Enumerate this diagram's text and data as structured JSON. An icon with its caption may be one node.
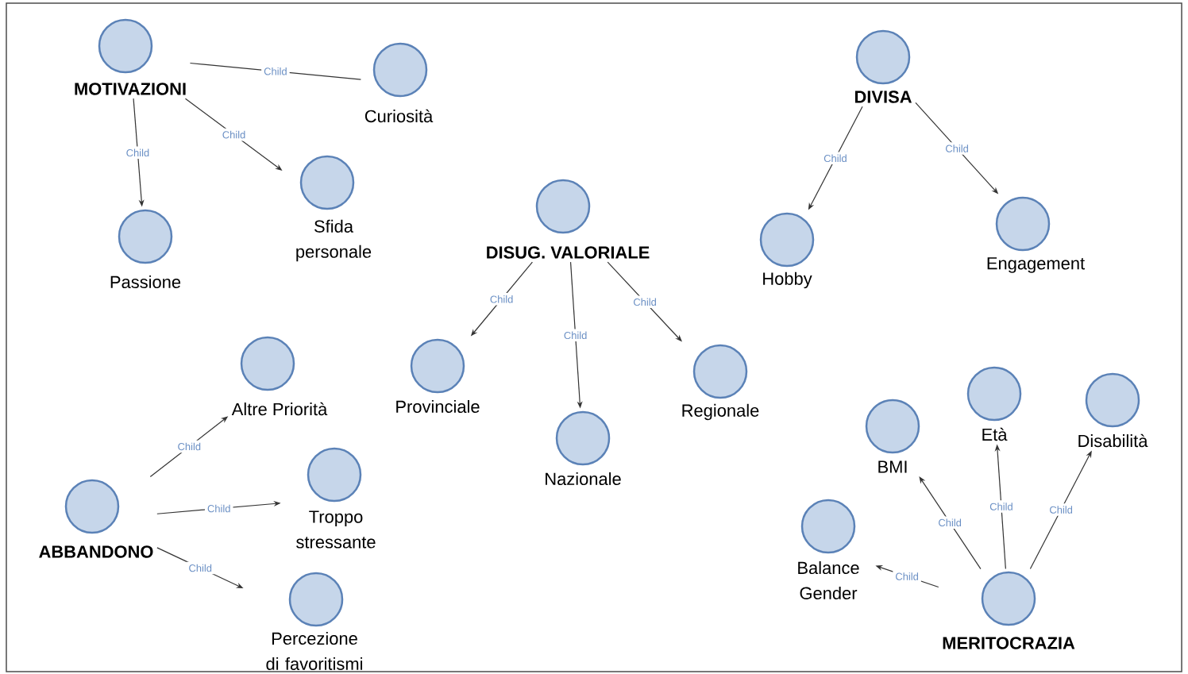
{
  "diagram": {
    "nodes": [
      {
        "text": [
          "MOTIVAZIONI"
        ]
      },
      {
        "text": [
          "Curiosità"
        ]
      },
      {
        "text": [
          "Passione"
        ]
      },
      {
        "text": [
          "Sfida personale"
        ]
      },
      {
        "text": [
          "DISUG. VALORIALE"
        ]
      },
      {
        "text": [
          "Provinciale"
        ]
      },
      {
        "text": [
          "Nazionale"
        ]
      },
      {
        "text": [
          "Regionale"
        ]
      },
      {
        "text": [
          "DIVISA"
        ]
      },
      {
        "text": [
          "Hobby"
        ]
      },
      {
        "text": [
          "Engagement"
        ]
      },
      {
        "text": [
          "Altre Priorità"
        ]
      },
      {
        "text": [
          "ABBANDONO"
        ]
      },
      {
        "text": [
          "Troppo stressante"
        ]
      },
      {
        "text": [
          "Percezione di favoritismi"
        ]
      },
      {
        "text": [
          "Balance Gender"
        ]
      },
      {
        "text": [
          "BMI"
        ]
      },
      {
        "text": [
          "Età"
        ]
      },
      {
        "text": [
          "Disabilità"
        ]
      },
      {
        "text": [
          "MERITOCRAZIA"
        ]
      }
    ],
    "edges": [
      {
        "from": 0,
        "to": 1,
        "arrow": "none",
        "label": "Child"
      },
      {
        "from": 0,
        "to": 2,
        "arrow": "to",
        "label": "Child"
      },
      {
        "from": 0,
        "to": 3,
        "arrow": "to",
        "label": "Child"
      },
      {
        "from": 4,
        "to": 5,
        "arrow": "to",
        "label": "Child"
      },
      {
        "from": 4,
        "to": 6,
        "arrow": "to",
        "label": "Child"
      },
      {
        "from": 4,
        "to": 7,
        "arrow": "to",
        "label": "Child"
      },
      {
        "from": 8,
        "to": 9,
        "arrow": "to",
        "label": "Child"
      },
      {
        "from": 8,
        "to": 10,
        "arrow": "to",
        "label": "Child"
      },
      {
        "from": 12,
        "to": 11,
        "arrow": "to",
        "label": "Child"
      },
      {
        "from": 12,
        "to": 13,
        "arrow": "to",
        "label": "Child"
      },
      {
        "from": 12,
        "to": 14,
        "arrow": "to",
        "label": "Child"
      },
      {
        "from": 19,
        "to": 15,
        "arrow": "to",
        "label": "Child"
      },
      {
        "from": 19,
        "to": 16,
        "arrow": "to",
        "label": "Child"
      },
      {
        "from": 19,
        "to": 17,
        "arrow": "to",
        "label": "Child"
      },
      {
        "from": 19,
        "to": 18,
        "arrow": "to",
        "label": "Child"
      }
    ]
  }
}
